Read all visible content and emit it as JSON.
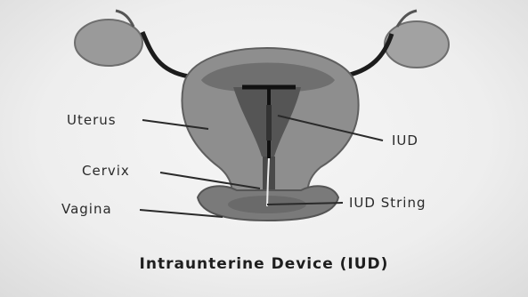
{
  "labels": {
    "uterus": "Uterus",
    "cervix": "Cervix",
    "vagina": "Vagina",
    "iud": "IUD",
    "iud_string": "IUD String"
  },
  "title": "Intraunterine Device (IUD)",
  "colors": {
    "background": "#eeeeee",
    "tissue": "#8e8e8e",
    "cavity": "#5a5a5a",
    "device": "#111111",
    "text": "#2a2a2a"
  }
}
